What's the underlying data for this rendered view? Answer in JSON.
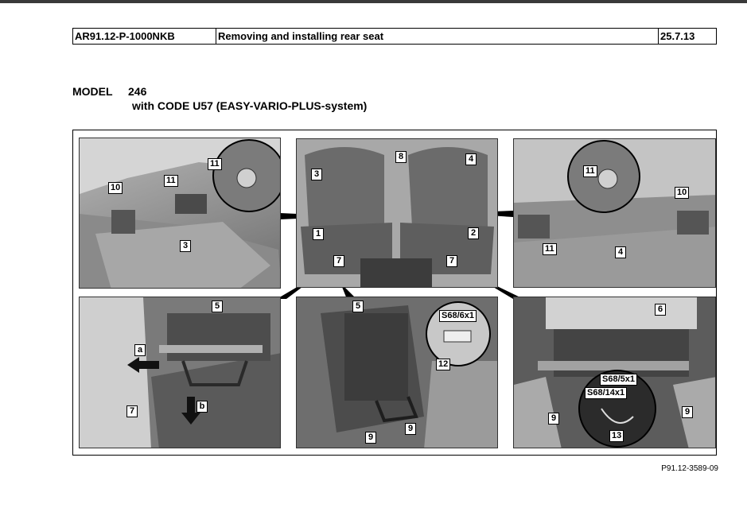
{
  "header": {
    "doc_number": "AR91.12-P-1000NKB",
    "title": "Removing and installing rear seat",
    "date": "25.7.13"
  },
  "model": {
    "label": "MODEL",
    "number": "246",
    "code_text": "with CODE U57 (EASY-VARIO-PLUS-system)"
  },
  "figure_id": "P91.12-3589-09",
  "callouts": {
    "c1": "1",
    "c2": "2",
    "c3": "3",
    "c4": "4",
    "c5": "5",
    "c6": "6",
    "c7": "7",
    "c8": "8",
    "c9": "9",
    "c10": "10",
    "c11": "11",
    "c12": "12",
    "c13": "13",
    "plug_6x1": "S68/6x1",
    "plug_5x1": "S68/5x1",
    "plug_14x1": "S68/14x1",
    "arrow_a": "a",
    "arrow_b": "b"
  }
}
